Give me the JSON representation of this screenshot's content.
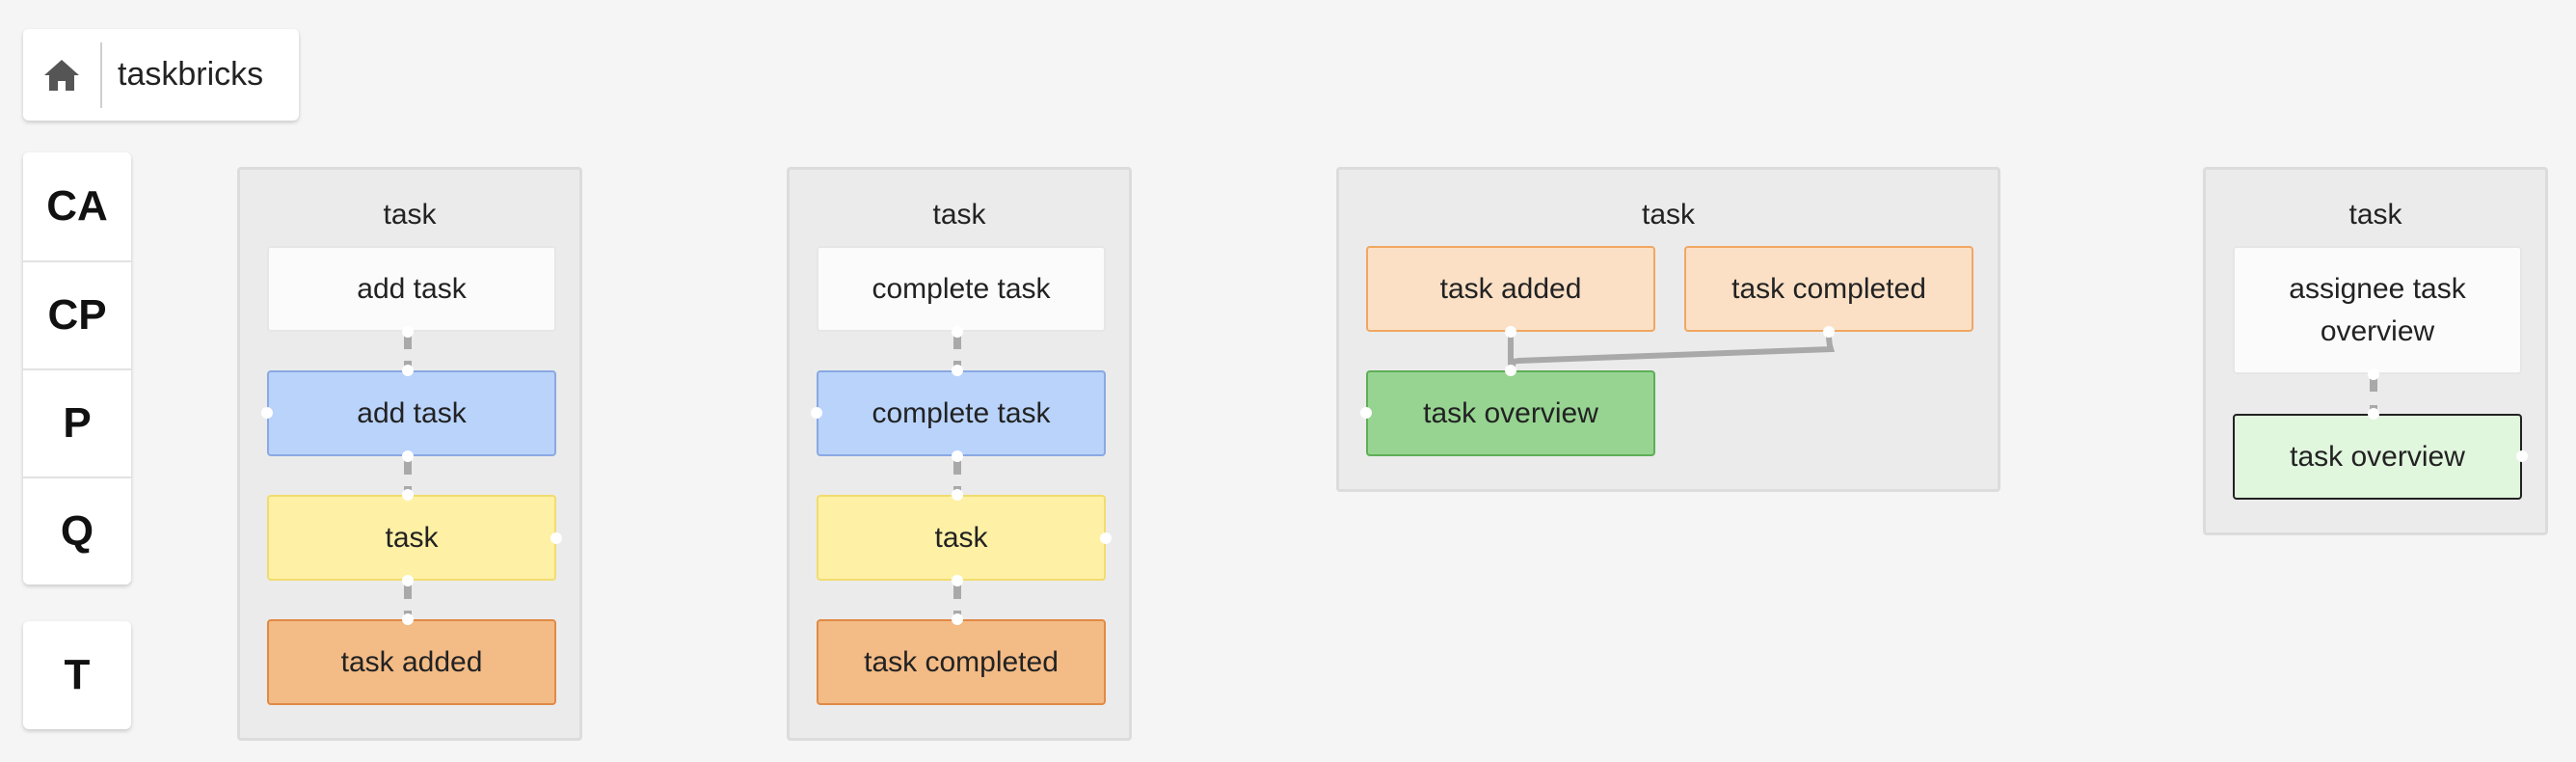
{
  "app": {
    "title": "taskbricks",
    "home_icon": "home-icon"
  },
  "toolbar": {
    "main_buttons": [
      "CA",
      "CP",
      "P",
      "Q"
    ],
    "extra_button": "T"
  },
  "panels": [
    {
      "title": "task",
      "nodes": [
        "add task",
        "add task",
        "task",
        "task added"
      ]
    },
    {
      "title": "task",
      "nodes": [
        "complete task",
        "complete task",
        "task",
        "task completed"
      ]
    },
    {
      "title": "task",
      "nodes": [
        "task added",
        "task completed",
        "task overview"
      ]
    },
    {
      "title": "task",
      "nodes": [
        "assignee task overview",
        "task overview"
      ]
    }
  ],
  "colors": {
    "command": "#b9d3fb",
    "aggregate": "#fef1a6",
    "event": "#f3bb86",
    "read_model": "#97d492"
  }
}
